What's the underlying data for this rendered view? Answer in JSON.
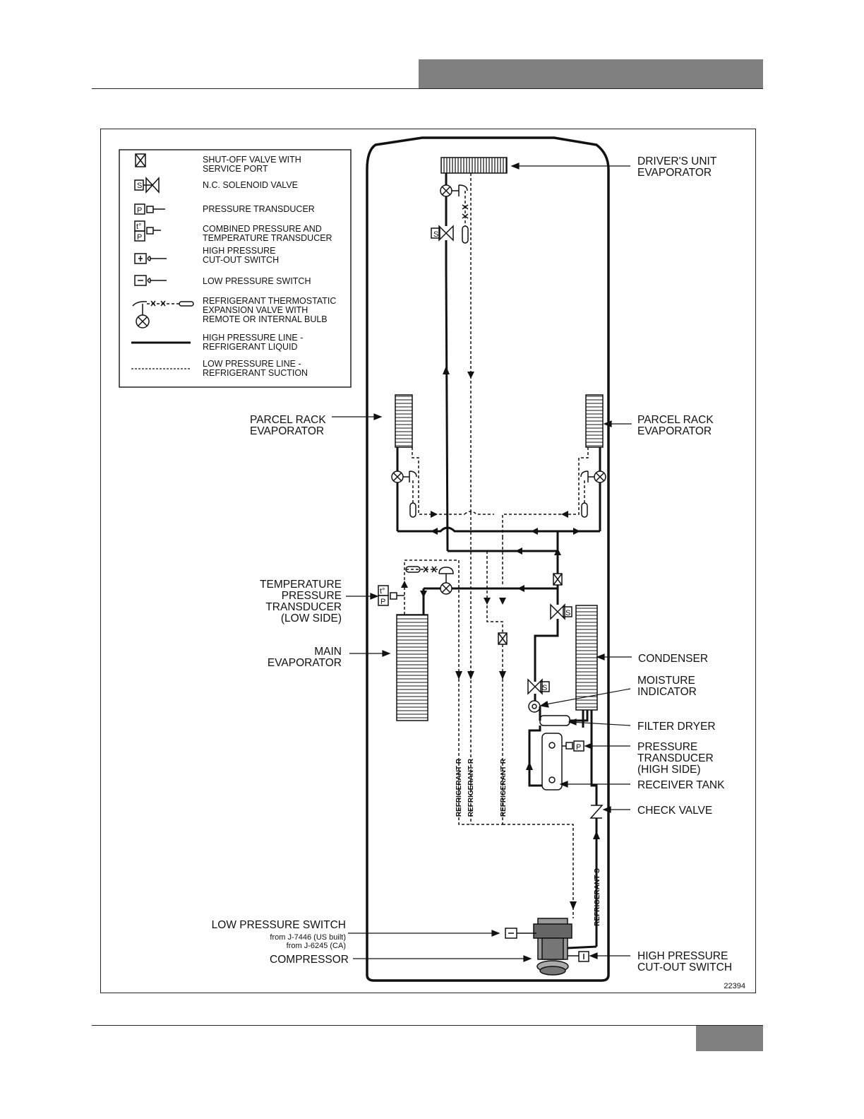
{
  "legend": {
    "shutoff_valve_1": "SHUT-OFF VALVE WITH",
    "shutoff_valve_2": "SERVICE PORT",
    "solenoid_valve": "N.C. SOLENOID VALVE",
    "pressure_transducer": "PRESSURE TRANSDUCER",
    "combined_transducer_1": "COMBINED PRESSURE AND",
    "combined_transducer_2": "TEMPERATURE TRANSDUCER",
    "hp_cutout_1": "HIGH PRESSURE",
    "hp_cutout_2": "CUT-OUT SWITCH",
    "lp_switch": "LOW PRESSURE SWITCH",
    "txv_1": "REFRIGERANT THERMOSTATIC",
    "txv_2": "EXPANSION VALVE WITH",
    "txv_3": "REMOTE OR INTERNAL BULB",
    "hp_line_1": "HIGH PRESSURE LINE -",
    "hp_line_2": "REFRIGERANT LIQUID",
    "lp_line_1": "LOW PRESSURE LINE -",
    "lp_line_2": "REFRIGERANT SUCTION",
    "symbol_s": "S",
    "symbol_p": "P",
    "symbol_t": "t°"
  },
  "labels": {
    "drivers_unit_1": "DRIVER'S UNIT",
    "drivers_unit_2": "EVAPORATOR",
    "parcel_rack_left_1": "PARCEL RACK",
    "parcel_rack_left_2": "EVAPORATOR",
    "parcel_rack_right_1": "PARCEL RACK",
    "parcel_rack_right_2": "EVAPORATOR",
    "temp_pressure_1": "TEMPERATURE",
    "temp_pressure_2": "PRESSURE",
    "temp_pressure_3": "TRANSDUCER",
    "temp_pressure_4": "(LOW SIDE)",
    "main_evap_1": "MAIN",
    "main_evap_2": "EVAPORATOR",
    "condenser": "CONDENSER",
    "moisture_1": "MOISTURE",
    "moisture_2": "INDICATOR",
    "filter_dryer": "FILTER DRYER",
    "pressure_hs_1": "PRESSURE",
    "pressure_hs_2": "TRANSDUCER",
    "pressure_hs_3": "(HIGH SIDE)",
    "receiver_tank": "RECEIVER TANK",
    "check_valve": "CHECK VALVE",
    "low_pressure_switch": "LOW PRESSURE SWITCH",
    "lps_from_us": "from J-7446 (US built)",
    "lps_from_ca": "from J-6245 (CA)",
    "compressor": "COMPRESSOR",
    "hp_cutout_1": "HIGH PRESSURE",
    "hp_cutout_2": "CUT-OUT SWITCH",
    "refrigerant_r": "REFRIGERANT R",
    "refrigerant_s": "REFRIGERANT S",
    "figure_number": "22394"
  }
}
